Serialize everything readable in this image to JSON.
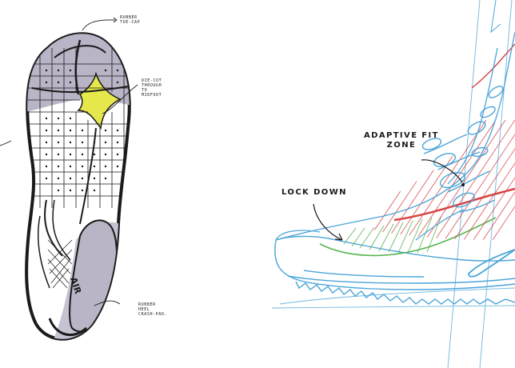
{
  "colors": {
    "ink": "#1a1a1a",
    "rubber_fill": "#b9b4c6",
    "highlight": "#e6e74a",
    "accent_red": "#d64545",
    "accent_green": "#5ab552",
    "accent_blue": "#4aa4d8"
  },
  "outsole_sketch": {
    "air_text": "AIR",
    "callouts": {
      "toe_cap": "RUBBER\nTOE-CAP",
      "die_cut": "DIE-CUT\nTHROUGH\nTO\nMIDFOOT",
      "heel_pad": "RUBBER\nHEEL\nCRASH-PAD."
    }
  },
  "side_sketch": {
    "labels": {
      "adaptive_fit": "ADAPTIVE FIT\nZONE",
      "lock_down": "LOCK DOWN"
    },
    "icons": [
      "swoosh-icon"
    ]
  }
}
